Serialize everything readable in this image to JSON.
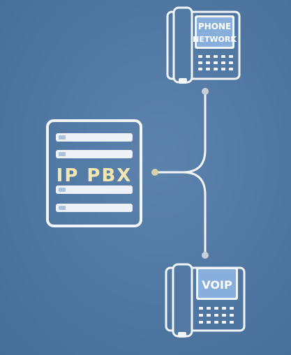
{
  "diagram": {
    "pbx": {
      "label": "IP PBX"
    },
    "top_phone": {
      "screen_line1": "PHONE",
      "screen_line2": "NETWORK"
    },
    "bottom_phone": {
      "screen_label": "VOIP"
    },
    "colors": {
      "background": "#5179a4",
      "line": "#f2f5f8",
      "pbx_label": "#f3e6b0",
      "node": "#d8d1a8",
      "screen_fill": "#88aedb"
    }
  }
}
